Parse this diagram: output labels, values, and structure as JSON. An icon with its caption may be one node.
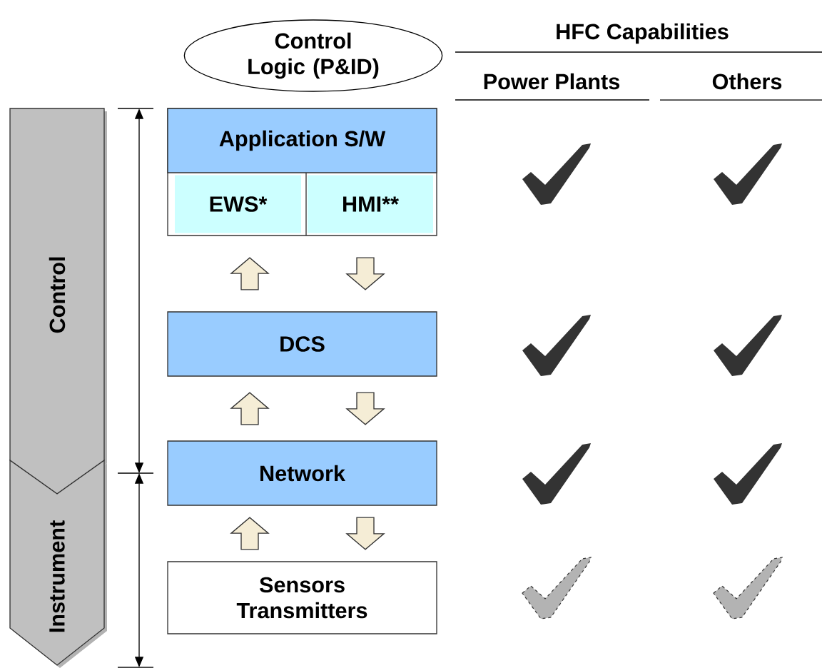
{
  "diagram": {
    "nodes": [
      {
        "text": [
          "Control Logic (P&ID)"
        ]
      },
      {
        "text": [],
        "shape": "box"
      },
      {
        "text": [
          "Application S/W"
        ],
        "in": 1
      },
      {
        "text": [
          "EWS*"
        ],
        "in": 1
      },
      {
        "text": [
          "HMI**"
        ],
        "in": 1
      },
      {
        "text": [
          "DCS"
        ]
      },
      {
        "text": [
          "Network"
        ]
      },
      {
        "text": [
          "Sensors Transmitters"
        ]
      },
      {
        "text": [
          "Control"
        ]
      },
      {
        "text": [
          "Instrument"
        ]
      }
    ],
    "edges": [
      {
        "from": 5,
        "to": 1,
        "arrow": "to"
      },
      {
        "from": 1,
        "to": 5,
        "arrow": "to"
      },
      {
        "from": 6,
        "to": 5,
        "arrow": "to"
      },
      {
        "from": 5,
        "to": 6,
        "arrow": "to"
      },
      {
        "from": 7,
        "to": 6,
        "arrow": "to"
      },
      {
        "from": 6,
        "to": 7,
        "arrow": "to"
      }
    ],
    "labels": [
      "HFC Capabilities",
      "Power Plants",
      "Others"
    ]
  }
}
